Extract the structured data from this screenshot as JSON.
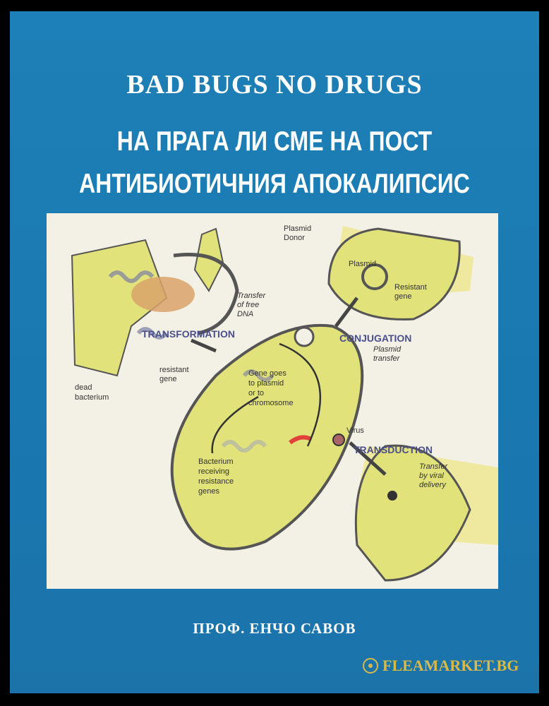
{
  "cover": {
    "title_en": "BAD BUGS NO DRUGS",
    "title_bg_line1": "НА ПРАГА ЛИ СМЕ НА ПОСТ",
    "title_bg_line2": "АНТИБИОТИЧНИЯ АПОКАЛИПСИС",
    "author": "ПРОФ. ЕНЧО САВОВ",
    "background_color": "#1d7bb3"
  },
  "diagram": {
    "plasmid_donor_1": "Plasmid",
    "plasmid_donor_2": "Donor",
    "plasmid": "Plasmid",
    "resistant_gene_1": "Resistant",
    "resistant_gene_2": "gene",
    "transfer_free_1": "Transfer",
    "transfer_free_2": "of free",
    "transfer_free_3": "DNA",
    "transformation": "TRANSFORMATION",
    "conjugation": "CONJUGATION",
    "plasmid_transfer_1": "Plasmid",
    "plasmid_transfer_2": "transfer",
    "resistant_gene_b1": "resistant",
    "resistant_gene_b2": "gene",
    "gene_goes_1": "Gene goes",
    "gene_goes_2": "to plasmid",
    "gene_goes_3": "or to",
    "gene_goes_4": "chromosome",
    "dead_bacterium_1": "dead",
    "dead_bacterium_2": "bacterium",
    "virus": "Virus",
    "transduction": "TRANSDUCTION",
    "transfer_viral_1": "Transfer",
    "transfer_viral_2": "by viral",
    "transfer_viral_3": "delivery",
    "bacterium_receiving_1": "Bacterium",
    "bacterium_receiving_2": "receiving",
    "bacterium_receiving_3": "resistance",
    "bacterium_receiving_4": "genes"
  },
  "watermark": {
    "text": "FLEAMARKET.BG",
    "color": "#d8b94a"
  }
}
